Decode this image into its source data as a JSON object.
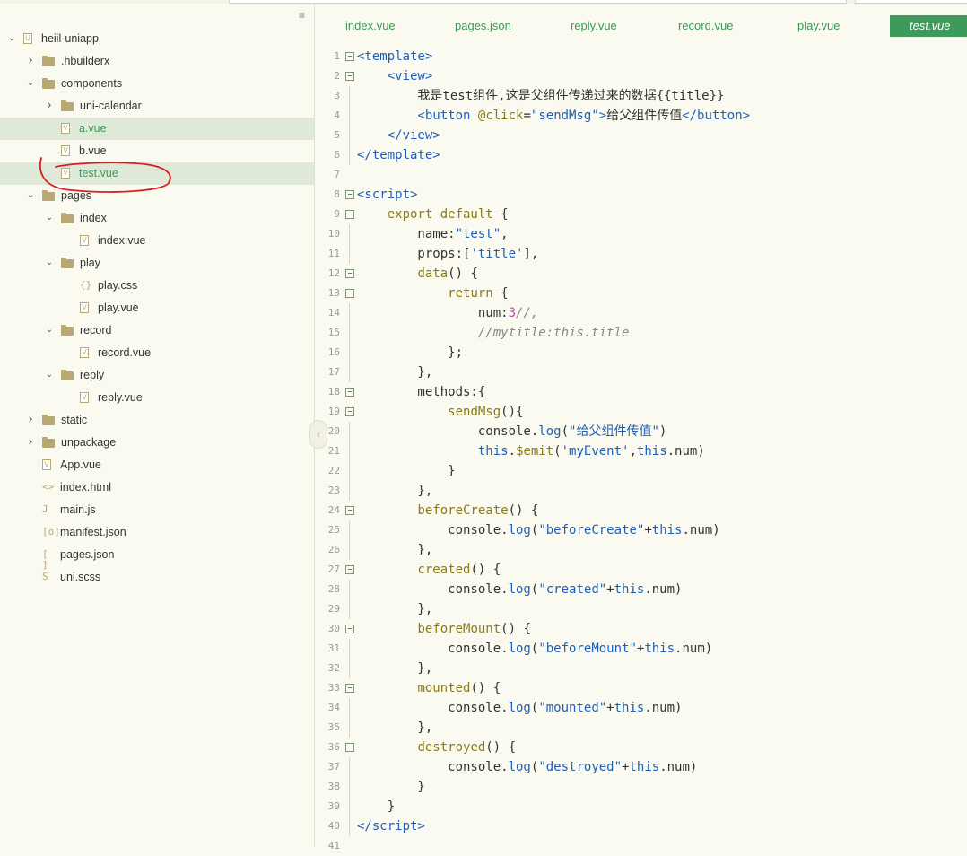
{
  "sidebar": {
    "items": [
      {
        "label": "heiil-uniapp",
        "depth": 0,
        "type": "project",
        "open": true
      },
      {
        "label": ".hbuilderx",
        "depth": 1,
        "type": "folder",
        "open": false
      },
      {
        "label": "components",
        "depth": 1,
        "type": "folder",
        "open": true
      },
      {
        "label": "uni-calendar",
        "depth": 2,
        "type": "folder",
        "open": false
      },
      {
        "label": "a.vue",
        "depth": 2,
        "type": "vue",
        "selected": true
      },
      {
        "label": "b.vue",
        "depth": 2,
        "type": "vue"
      },
      {
        "label": "test.vue",
        "depth": 2,
        "type": "vue",
        "selected": true
      },
      {
        "label": "pages",
        "depth": 1,
        "type": "folder",
        "open": true
      },
      {
        "label": "index",
        "depth": 2,
        "type": "folder",
        "open": true
      },
      {
        "label": "index.vue",
        "depth": 3,
        "type": "vue"
      },
      {
        "label": "play",
        "depth": 2,
        "type": "folder",
        "open": true
      },
      {
        "label": "play.css",
        "depth": 3,
        "type": "css"
      },
      {
        "label": "play.vue",
        "depth": 3,
        "type": "vue"
      },
      {
        "label": "record",
        "depth": 2,
        "type": "folder",
        "open": true
      },
      {
        "label": "record.vue",
        "depth": 3,
        "type": "vue"
      },
      {
        "label": "reply",
        "depth": 2,
        "type": "folder",
        "open": true
      },
      {
        "label": "reply.vue",
        "depth": 3,
        "type": "vue"
      },
      {
        "label": "static",
        "depth": 1,
        "type": "folder",
        "open": false
      },
      {
        "label": "unpackage",
        "depth": 1,
        "type": "folder",
        "open": false
      },
      {
        "label": "App.vue",
        "depth": 1,
        "type": "vue"
      },
      {
        "label": "index.html",
        "depth": 1,
        "type": "html"
      },
      {
        "label": "main.js",
        "depth": 1,
        "type": "js"
      },
      {
        "label": "manifest.json",
        "depth": 1,
        "type": "manifest"
      },
      {
        "label": "pages.json",
        "depth": 1,
        "type": "json"
      },
      {
        "label": "uni.scss",
        "depth": 1,
        "type": "scss"
      }
    ]
  },
  "tabs": [
    "index.vue",
    "pages.json",
    "reply.vue",
    "record.vue",
    "play.vue",
    "test.vue"
  ],
  "active_tab": "test.vue",
  "code_lines": [
    {
      "n": "1",
      "fold": true,
      "html": "<span class='tg'>&lt;template&gt;</span>"
    },
    {
      "n": "2",
      "fold": true,
      "html": "    <span class='tg'>&lt;view&gt;</span>"
    },
    {
      "n": "3",
      "html": "        我是test组件,这是父组件传递过来的数据{{title}}"
    },
    {
      "n": "4",
      "html": "        <span class='tg'>&lt;button</span> <span class='at'>@click</span>=<span class='str'>\"sendMsg\"</span><span class='tg'>&gt;</span>给父组件传值<span class='tg'>&lt;/button&gt;</span>"
    },
    {
      "n": "5",
      "html": "    <span class='tg'>&lt;/view&gt;</span>"
    },
    {
      "n": "6",
      "html": "<span class='tg'>&lt;/template&gt;</span>"
    },
    {
      "n": "7",
      "html": ""
    },
    {
      "n": "8",
      "fold": true,
      "html": "<span class='tg'>&lt;script&gt;</span>"
    },
    {
      "n": "9",
      "fold": true,
      "html": "    <span class='kw'>export default</span> {"
    },
    {
      "n": "10",
      "html": "        name:<span class='str'>\"test\"</span>,"
    },
    {
      "n": "11",
      "html": "        props:[<span class='str'>'title'</span>],"
    },
    {
      "n": "12",
      "fold": true,
      "html": "        <span class='fn'>data</span>() {"
    },
    {
      "n": "13",
      "fold": true,
      "html": "            <span class='kw'>return</span> {"
    },
    {
      "n": "14",
      "html": "                num:<span class='num'>3</span><span class='cm'>//,</span>"
    },
    {
      "n": "15",
      "html": "                <span class='cm'>//mytitle:this.title</span>"
    },
    {
      "n": "16",
      "html": "            };"
    },
    {
      "n": "17",
      "html": "        },"
    },
    {
      "n": "18",
      "fold": true,
      "html": "        methods:{"
    },
    {
      "n": "19",
      "fold": true,
      "html": "            <span class='fn'>sendMsg</span>(){"
    },
    {
      "n": "20",
      "html": "                console.<span class='bl'>log</span>(<span class='str'>\"给父组件传值\"</span>)"
    },
    {
      "n": "21",
      "html": "                <span class='bl'>this</span>.<span class='fn'>$emit</span>(<span class='str'>'myEvent'</span>,<span class='bl'>this</span>.num)"
    },
    {
      "n": "22",
      "html": "            }"
    },
    {
      "n": "23",
      "html": "        },"
    },
    {
      "n": "24",
      "fold": true,
      "html": "        <span class='fn'>beforeCreate</span>() {"
    },
    {
      "n": "25",
      "html": "            console.<span class='bl'>log</span>(<span class='str'>\"beforeCreate\"</span>+<span class='bl'>this</span>.num)"
    },
    {
      "n": "26",
      "html": "        },"
    },
    {
      "n": "27",
      "fold": true,
      "html": "        <span class='fn'>created</span>() {"
    },
    {
      "n": "28",
      "html": "            console.<span class='bl'>log</span>(<span class='str'>\"created\"</span>+<span class='bl'>this</span>.num)"
    },
    {
      "n": "29",
      "html": "        },"
    },
    {
      "n": "30",
      "fold": true,
      "html": "        <span class='fn'>beforeMount</span>() {"
    },
    {
      "n": "31",
      "html": "            console.<span class='bl'>log</span>(<span class='str'>\"beforeMount\"</span>+<span class='bl'>this</span>.num)"
    },
    {
      "n": "32",
      "html": "        },"
    },
    {
      "n": "33",
      "fold": true,
      "html": "        <span class='fn'>mounted</span>() {"
    },
    {
      "n": "34",
      "html": "            console.<span class='bl'>log</span>(<span class='str'>\"mounted\"</span>+<span class='bl'>this</span>.num)"
    },
    {
      "n": "35",
      "html": "        },"
    },
    {
      "n": "36",
      "fold": true,
      "html": "        <span class='fn'>destroyed</span>() {"
    },
    {
      "n": "37",
      "html": "            console.<span class='bl'>log</span>(<span class='str'>\"destroyed\"</span>+<span class='bl'>this</span>.num)"
    },
    {
      "n": "38",
      "html": "        }"
    },
    {
      "n": "39",
      "html": "    }"
    },
    {
      "n": "40",
      "html": "<span class='tg'>&lt;/script&gt;</span>"
    },
    {
      "n": "41",
      "html": ""
    }
  ],
  "colors": {
    "accent": "#3d9a5a",
    "folder": "#b8a874",
    "annotation": "#d62020"
  }
}
